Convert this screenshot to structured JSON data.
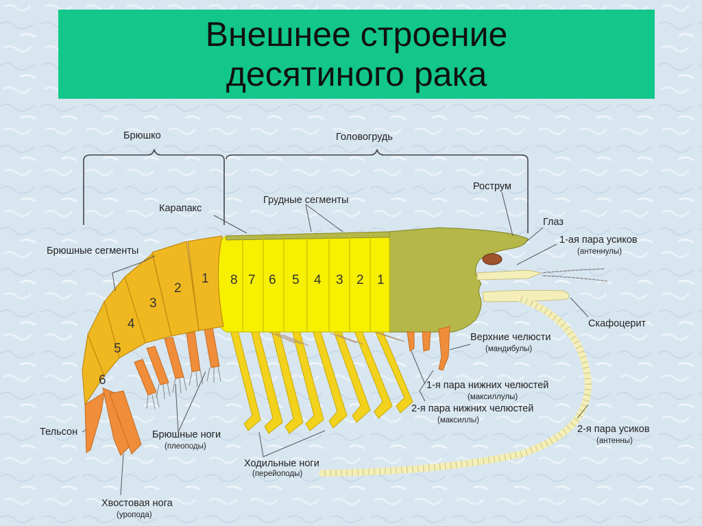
{
  "title": {
    "line1": "Внешнее строение",
    "line2": "десятиного рака"
  },
  "colors": {
    "title_bg": "#12c789",
    "background": "#d8e6f0",
    "abdomen": "#f0b820",
    "thorax": "#f7f000",
    "head": "#b5b848",
    "appendage": "#ef8d3a",
    "antenna": "#f4efb8"
  },
  "labels": {
    "abdomen": "Брюшко",
    "cephalothorax": "Головогрудь",
    "rostrum": "Рострум",
    "carapace": "Карапакс",
    "thoracic_segments": "Грудные сегменты",
    "eye": "Глаз",
    "antennules": "1-ая пара усиков",
    "antennules_sub": "(антеннулы)",
    "abdominal_segments": "Брюшные сегменты",
    "scaphocerite": "Скафоцерит",
    "mandibles": "Верхние челюсти",
    "mandibles_sub": "(мандибулы)",
    "maxillules": "1-я пара нижних  челюстей",
    "maxillules_sub": "(максиллулы)",
    "maxillae": "2-я пара нижних челюстей",
    "maxillae_sub": "(максиллы)",
    "antennae": "2-я пара усиков",
    "antennae_sub": "(антенны)",
    "telson": "Тельсон",
    "pleopods": "Брюшные ноги",
    "pleopods_sub": "(плеоподы)",
    "walking_legs": "Ходильные ноги",
    "walking_legs_sub": "(перейоподы)",
    "uropod": "Хвостовая нога",
    "uropod_sub": "(уропода)"
  },
  "abdominal_numbers": [
    "1",
    "2",
    "3",
    "4",
    "5",
    "6"
  ],
  "thoracic_numbers": [
    "8",
    "7",
    "6",
    "5",
    "4",
    "3",
    "2",
    "1"
  ]
}
